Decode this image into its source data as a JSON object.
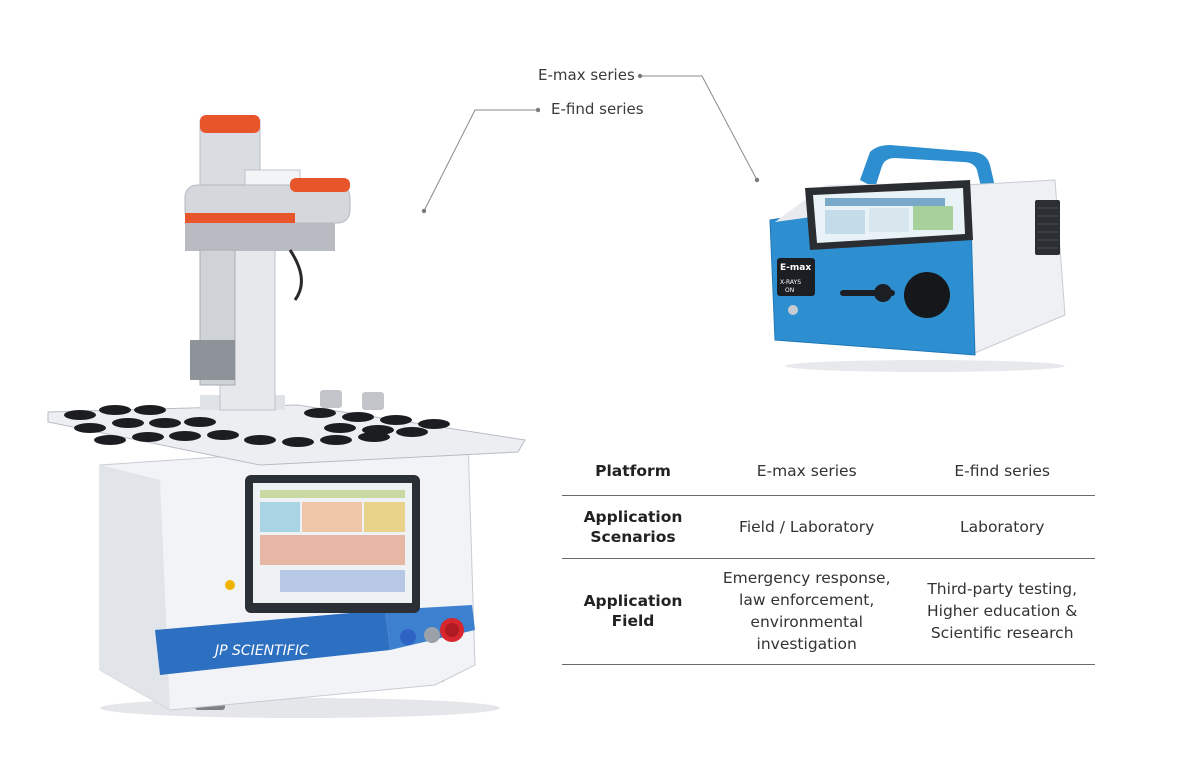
{
  "callouts": {
    "emax": "E-max series",
    "efind": "E-find series"
  },
  "table": {
    "rows": [
      {
        "header": "Platform",
        "emax": "E-max series",
        "efind": "E-find series"
      },
      {
        "header": "Application\nScenarios",
        "emax": "Field / Laboratory",
        "efind": "Laboratory"
      },
      {
        "header": "Application\nField",
        "emax": "Emergency response,\nlaw enforcement,\nenvironmental\ninvestigation",
        "efind": "Third-party testing,\nHigher education &\nScientific research"
      }
    ]
  },
  "devices": {
    "emax_panel_label": "E-max",
    "emax_status": "X-RAYS\nON",
    "efind_brand": "JP SCIENTIFIC"
  },
  "colors": {
    "accent_blue": "#2d8fd0",
    "accent_orange": "#e8552b",
    "rule": "#6a6a6a"
  }
}
